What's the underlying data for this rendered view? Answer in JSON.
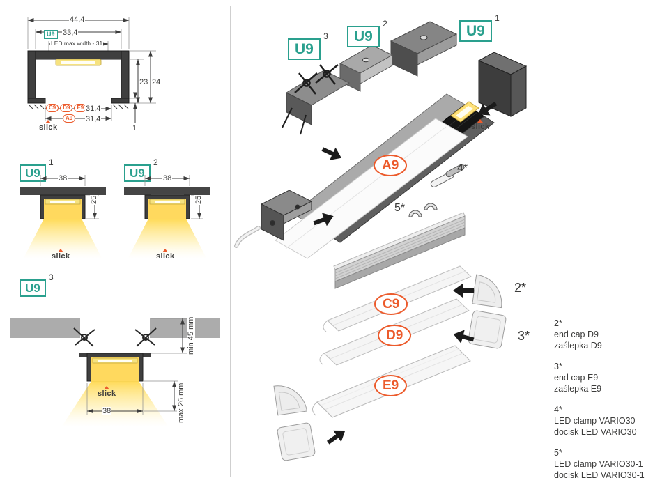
{
  "colors": {
    "teal": "#2aa08e",
    "orange": "#ec5b2c",
    "ink": "#3c3c3b",
    "glow_yellow": "#ffd95e",
    "profile_gray": "#3f3f3f"
  },
  "brand": {
    "name": "slick"
  },
  "labels": {
    "u9": "U9",
    "a9": "A9",
    "c9": "C9",
    "d9": "D9",
    "e9": "E9"
  },
  "cross_section": {
    "dim_overall_width": "44,4",
    "dim_inner_width": "33,4",
    "led_max_width": "LED max width - 31",
    "dim_inner_height": "23",
    "dim_outer_height": "24",
    "covers_row": {
      "badges": [
        "C9",
        "D9",
        "E9"
      ],
      "dim": "31,4"
    },
    "diffuser_row": {
      "badge": "A9",
      "dim": "31,4"
    },
    "dim_base_thickness": "1"
  },
  "mount_diagrams": [
    {
      "badge": "U9",
      "variant": "1",
      "dim_width": "38",
      "dim_height": "25"
    },
    {
      "badge": "U9",
      "variant": "2",
      "dim_width": "38",
      "dim_height": "25"
    },
    {
      "badge": "U9",
      "variant": "3",
      "dim_min_depth": "min 45 mm",
      "dim_max_depth": "max 26 mm",
      "dim_width": "38"
    }
  ],
  "exploded": {
    "variants": [
      {
        "badge": "U9",
        "sup": "3"
      },
      {
        "badge": "U9",
        "sup": "2"
      },
      {
        "badge": "U9",
        "sup": "1"
      }
    ],
    "markers": {
      "m2": "2*",
      "m3": "3*",
      "m4": "4*",
      "m5": "5*"
    }
  },
  "legend": [
    {
      "num": "2*",
      "en": "end cap D9",
      "pl": "zaślepka D9"
    },
    {
      "num": "3*",
      "en": "end cap E9",
      "pl": "zaślepka E9"
    },
    {
      "num": "4*",
      "en": "LED clamp VARIO30",
      "pl": "docisk LED VARIO30"
    },
    {
      "num": "5*",
      "en": "LED clamp VARIO30-1",
      "pl": "docisk LED VARIO30-1"
    }
  ]
}
